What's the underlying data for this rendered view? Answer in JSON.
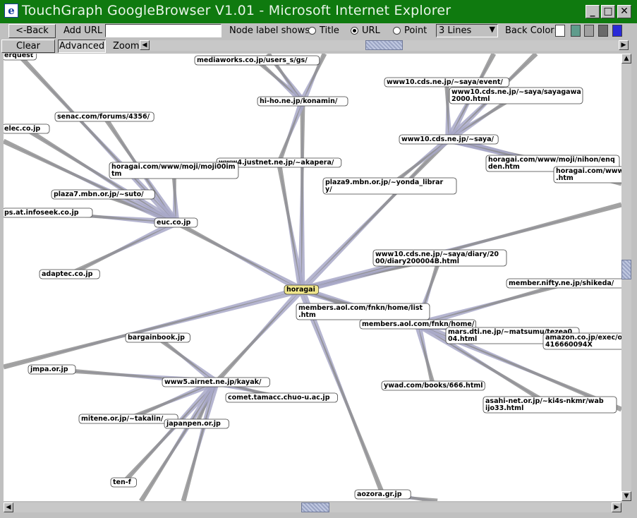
{
  "window": {
    "title": "TouchGraph GoogleBrowser V1.01 - Microsoft Internet Explorer",
    "app_icon": "e",
    "controls": {
      "minimize": "_",
      "maximize": "□",
      "close": "✕"
    }
  },
  "toolbar": {
    "back_label": "<-Back",
    "add_url_label": "Add URL",
    "add_url_value": "",
    "node_label_shows": "Node label shows:",
    "radio_title": "Title",
    "radio_url": "URL",
    "radio_point": "Point",
    "selected_label_mode": "URL",
    "lines_select": "3 Lines",
    "back_color_label": "Back Color:",
    "back_colors": [
      "#ffffff",
      "#5f9c8c",
      "#a0a0a0",
      "#6a6a6a",
      "#2a2ad8"
    ],
    "clear_label": "Clear",
    "advanced_label": "Advanced",
    "zoom_label": "Zoom"
  },
  "graph": {
    "center_node": "horagai",
    "nodes": [
      {
        "id": "horagai",
        "lines": [
          "horagai"
        ],
        "center": true
      },
      {
        "id": "euc",
        "lines": [
          "euc.co.jp"
        ]
      },
      {
        "id": "konamin",
        "lines": [
          "hi-ho.ne.jp/konamin/"
        ]
      },
      {
        "id": "mediaworks",
        "lines": [
          "mediaworks.co.jp/users_s/gs/"
        ]
      },
      {
        "id": "saya",
        "lines": [
          "www10.cds.ne.jp/~saya/"
        ]
      },
      {
        "id": "saya_event",
        "lines": [
          "www10.cds.ne.jp/~saya/event/"
        ]
      },
      {
        "id": "sayagawa",
        "lines": [
          "www10.cds.ne.jp/~saya/sayagawa",
          "2000.html"
        ]
      },
      {
        "id": "nihon",
        "lines": [
          "horagai.com/www/moji/nihon/enq",
          "den.htm"
        ]
      },
      {
        "id": "horagai_cut",
        "lines": [
          "horagai.com/www/",
          ".htm"
        ]
      },
      {
        "id": "akapera",
        "lines": [
          "www4.justnet.ne.jp/~akapera/"
        ]
      },
      {
        "id": "yonda",
        "lines": [
          "plaza9.mbn.or.jp/~yonda_librar",
          "y/"
        ]
      },
      {
        "id": "moji",
        "lines": [
          "horagai.com/www/moji/moji00im",
          "tm"
        ]
      },
      {
        "id": "senac",
        "lines": [
          "senac.com/forums/4356/"
        ]
      },
      {
        "id": "elec",
        "lines": [
          "elec.co.jp"
        ]
      },
      {
        "id": "erquest",
        "lines": [
          "erquest"
        ]
      },
      {
        "id": "suto",
        "lines": [
          "plaza7.mbn.or.jp/~suto/"
        ]
      },
      {
        "id": "infoseek",
        "lines": [
          "ps.at.infoseek.co.jp"
        ]
      },
      {
        "id": "adaptec",
        "lines": [
          "adaptec.co.jp"
        ]
      },
      {
        "id": "diary",
        "lines": [
          "www10.cds.ne.jp/~saya/diary/20",
          "00/diary200004B.html"
        ]
      },
      {
        "id": "shikeda",
        "lines": [
          "member.nifty.ne.jp/shikeda/"
        ]
      },
      {
        "id": "list",
        "lines": [
          "members.aol.com/fnkn/home/list",
          ".htm"
        ]
      },
      {
        "id": "fnkn",
        "lines": [
          "members.aol.com/fnkn/home/"
        ]
      },
      {
        "id": "matsumu",
        "lines": [
          "mars.dti.ne.jp/~matsumu/tezea0",
          "04.html"
        ]
      },
      {
        "id": "amazon",
        "lines": [
          "amazon.co.jp/exec/ob",
          "416660094X"
        ]
      },
      {
        "id": "ywad",
        "lines": [
          "ywad.com/books/666.html"
        ]
      },
      {
        "id": "asahi",
        "lines": [
          "asahi-net.or.jp/~ki4s-nkmr/wab",
          "ijo33.html"
        ]
      },
      {
        "id": "bargain",
        "lines": [
          "bargainbook.jp"
        ]
      },
      {
        "id": "jmpa",
        "lines": [
          "jmpa.or.jp"
        ]
      },
      {
        "id": "kayak",
        "lines": [
          "www5.airnet.ne.jp/kayak/"
        ]
      },
      {
        "id": "comet",
        "lines": [
          "comet.tamacc.chuo-u.ac.jp"
        ]
      },
      {
        "id": "takalin",
        "lines": [
          "mitene.or.jp/~takalin/"
        ]
      },
      {
        "id": "japanpen",
        "lines": [
          "japanpen.or.jp"
        ]
      },
      {
        "id": "tenf",
        "lines": [
          "ten-f"
        ]
      },
      {
        "id": "aozora",
        "lines": [
          "aozora.gr.jp"
        ]
      }
    ],
    "edges": [
      [
        "horagai",
        "euc"
      ],
      [
        "horagai",
        "konamin"
      ],
      [
        "horagai",
        "saya"
      ],
      [
        "horagai",
        "fnkn"
      ],
      [
        "horagai",
        "kayak"
      ],
      [
        "horagai",
        "aozora"
      ],
      [
        "horagai",
        "diary"
      ],
      [
        "horagai",
        "list"
      ],
      [
        "horagai",
        "akapera"
      ],
      [
        "euc",
        "moji"
      ],
      [
        "euc",
        "senac"
      ],
      [
        "euc",
        "elec"
      ],
      [
        "euc",
        "erquest"
      ],
      [
        "euc",
        "suto"
      ],
      [
        "euc",
        "infoseek"
      ],
      [
        "euc",
        "adaptec"
      ],
      [
        "konamin",
        "mediaworks"
      ],
      [
        "konamin",
        "akapera"
      ],
      [
        "saya",
        "saya_event"
      ],
      [
        "saya",
        "sayagawa"
      ],
      [
        "saya",
        "nihon"
      ],
      [
        "saya",
        "horagai_cut"
      ],
      [
        "saya",
        "yonda"
      ],
      [
        "fnkn",
        "shikeda"
      ],
      [
        "fnkn",
        "matsumu"
      ],
      [
        "fnkn",
        "amazon"
      ],
      [
        "fnkn",
        "ywad"
      ],
      [
        "fnkn",
        "asahi"
      ],
      [
        "fnkn",
        "diary"
      ],
      [
        "kayak",
        "bargain"
      ],
      [
        "kayak",
        "jmpa"
      ],
      [
        "kayak",
        "comet"
      ],
      [
        "kayak",
        "takalin"
      ],
      [
        "kayak",
        "japanpen"
      ],
      [
        "kayak",
        "tenf"
      ]
    ]
  }
}
